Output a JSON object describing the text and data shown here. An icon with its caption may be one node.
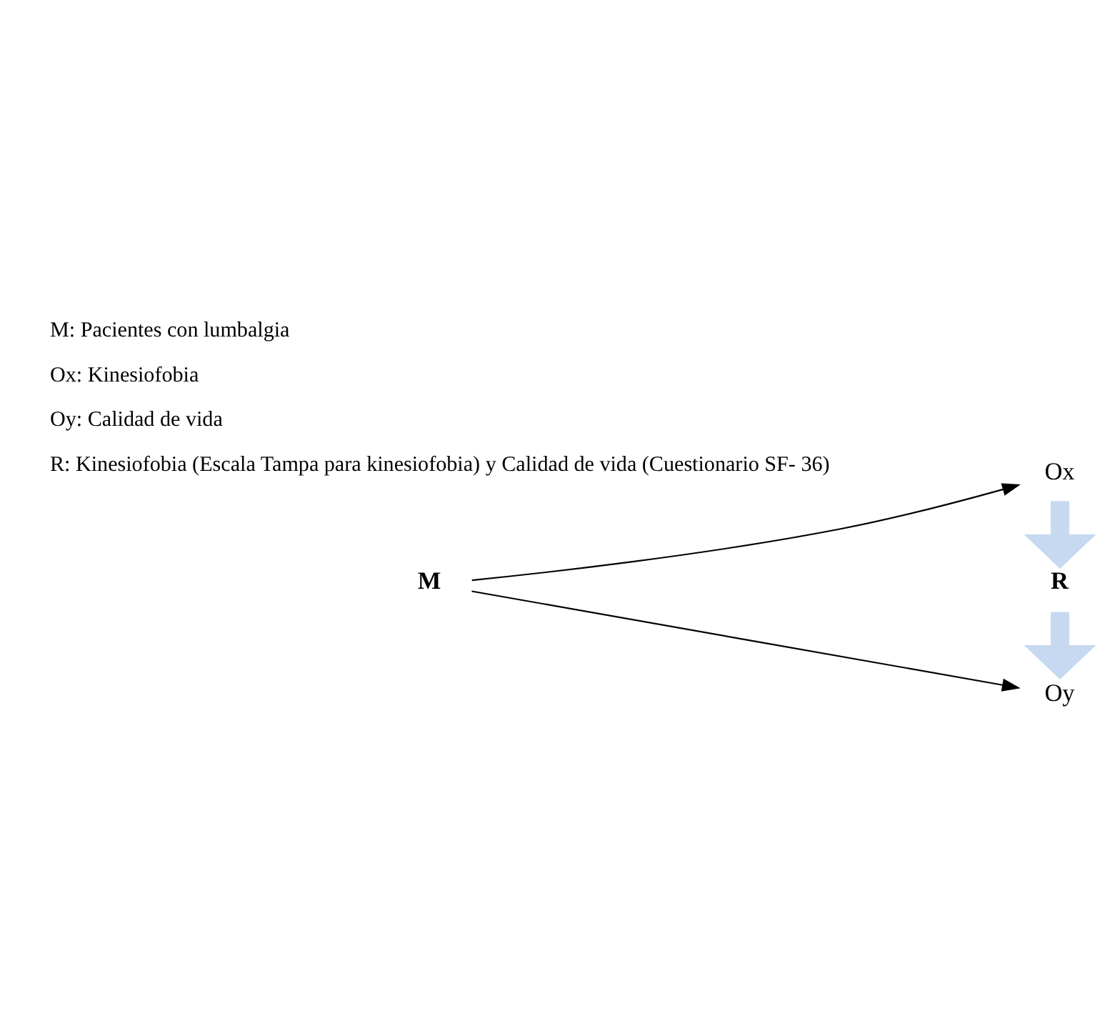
{
  "diagram": {
    "nodes": [
      {
        "text": [
          "M"
        ]
      },
      {
        "text": [
          "Ox"
        ]
      },
      {
        "text": [
          "R"
        ]
      },
      {
        "text": [
          "Oy"
        ]
      }
    ],
    "edges": [
      {
        "from": 0,
        "to": 1,
        "arrow": "to"
      },
      {
        "from": 0,
        "to": 3,
        "arrow": "to"
      },
      {
        "from": 1,
        "to": 2,
        "arrow": "to",
        "style": "thick",
        "color": "#c6d9f1"
      },
      {
        "from": 2,
        "to": 3,
        "arrow": "to",
        "style": "thick",
        "color": "#c6d9f1"
      }
    ],
    "labels": [
      "M: Pacientes con lumbalgia",
      "Ox: Kinesiofobia",
      "Oy: Calidad de vida",
      "R: Kinesiofobia (Escala Tampa para kinesiofobia) y Calidad de vida (Cuestionario SF- 36)"
    ]
  }
}
